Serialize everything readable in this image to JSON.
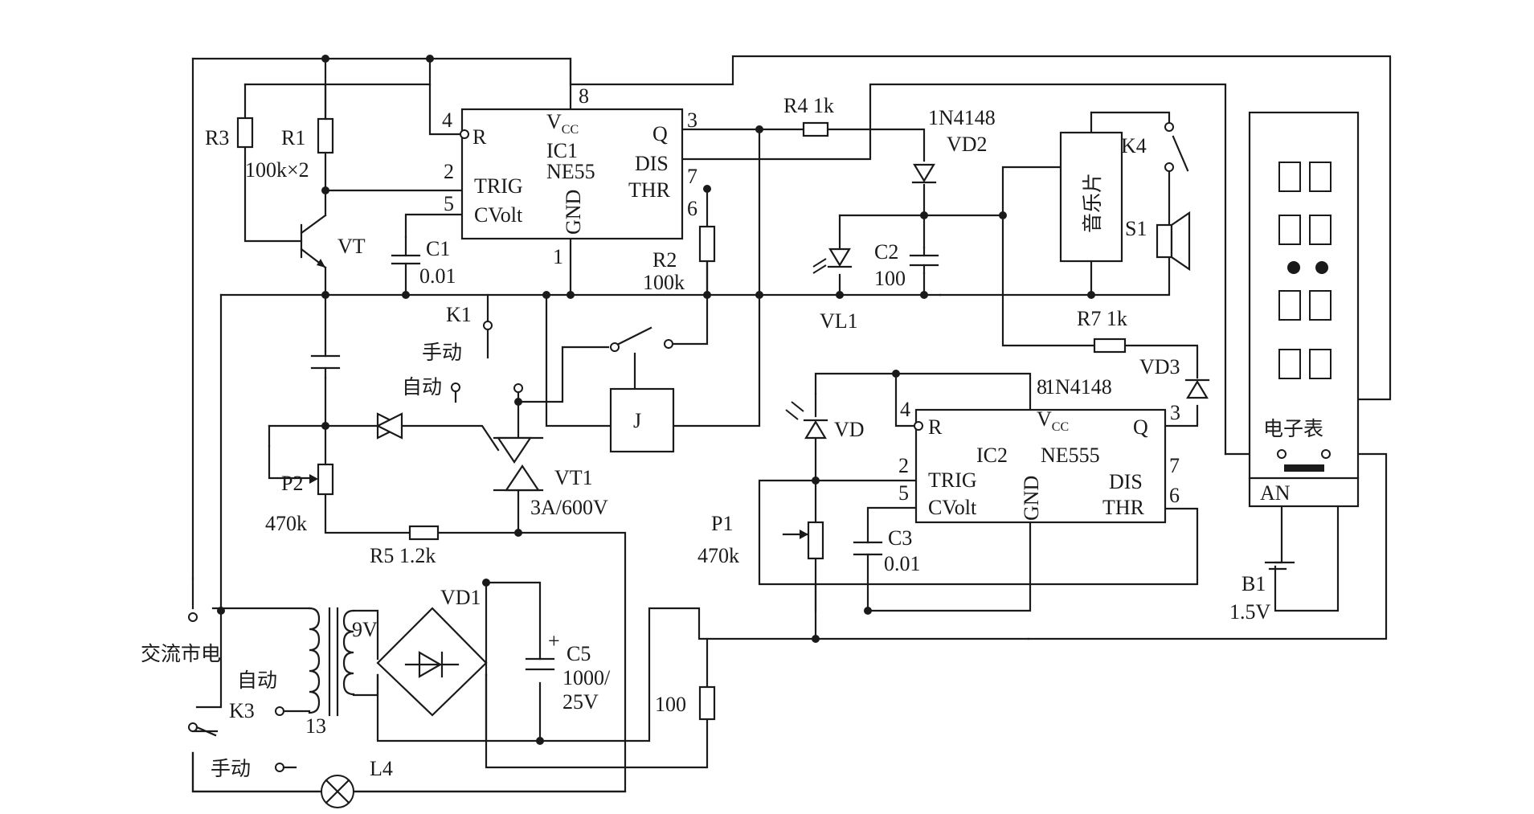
{
  "ic1": {
    "name": "IC1",
    "part": "NE55",
    "pins": {
      "p4": "4",
      "p8": "8",
      "p3": "3",
      "p2": "2",
      "p7": "7",
      "p5": "5",
      "p6": "6",
      "p1": "1"
    },
    "labels": {
      "r": "R",
      "vcc": "V",
      "vcc_sub": "CC",
      "q": "Q",
      "dis": "DIS",
      "trig": "TRIG",
      "thr": "THR",
      "cvolt": "CVolt",
      "gnd": "GND"
    }
  },
  "ic2": {
    "name": "IC2",
    "part": "NE555",
    "pins": {
      "p4": "4",
      "p8": "8",
      "p3": "3",
      "p2": "2",
      "p7": "7",
      "p5": "5",
      "p6": "6"
    },
    "labels": {
      "r": "R",
      "vcc": "V",
      "vcc_sub": "CC",
      "q": "Q",
      "dis": "DIS",
      "trig": "TRIG",
      "thr": "THR",
      "cvolt": "CVolt",
      "gnd": "GND"
    }
  },
  "components": {
    "r3": "R3",
    "r1": "R1",
    "r1_val": "100k×2",
    "vt": "VT",
    "c1": "C1",
    "c1_val": "0.01",
    "r2": "R2",
    "r2_val": "100k",
    "r4": "R4 1k",
    "vd2_type": "1N4148",
    "vd2": "VD2",
    "music": "音乐片",
    "k4": "K4",
    "s1": "S1",
    "c2": "C2",
    "c2_val": "100",
    "vl1": "VL1",
    "r7": "R7 1k",
    "vd3": "VD3",
    "vd3_type": "1N4148",
    "k1": "K1",
    "manual": "手动",
    "auto": "自动",
    "j": "J",
    "vt1": "VT1",
    "vt1_val": "3A/600V",
    "p2": "P2",
    "p2_val": "470k",
    "r5": "R5 1.2k",
    "vd": "VD",
    "p1": "P1",
    "p1_val": "470k",
    "c3": "C3",
    "c3_val": "0.01",
    "ac_mains": "交流市电",
    "k3_auto": "自动",
    "k3": "K3",
    "k3_manual": "手动",
    "transformer_sec": "9V",
    "transformer_no": "13",
    "vd1": "VD1",
    "c5": "C5",
    "c5_val": "1000/",
    "c5_volt": "25V",
    "c5_plus": "+",
    "r100": "100",
    "l4": "L4",
    "clock": "电子表",
    "an": "AN",
    "b1": "B1",
    "b1_val": "1.5V"
  }
}
